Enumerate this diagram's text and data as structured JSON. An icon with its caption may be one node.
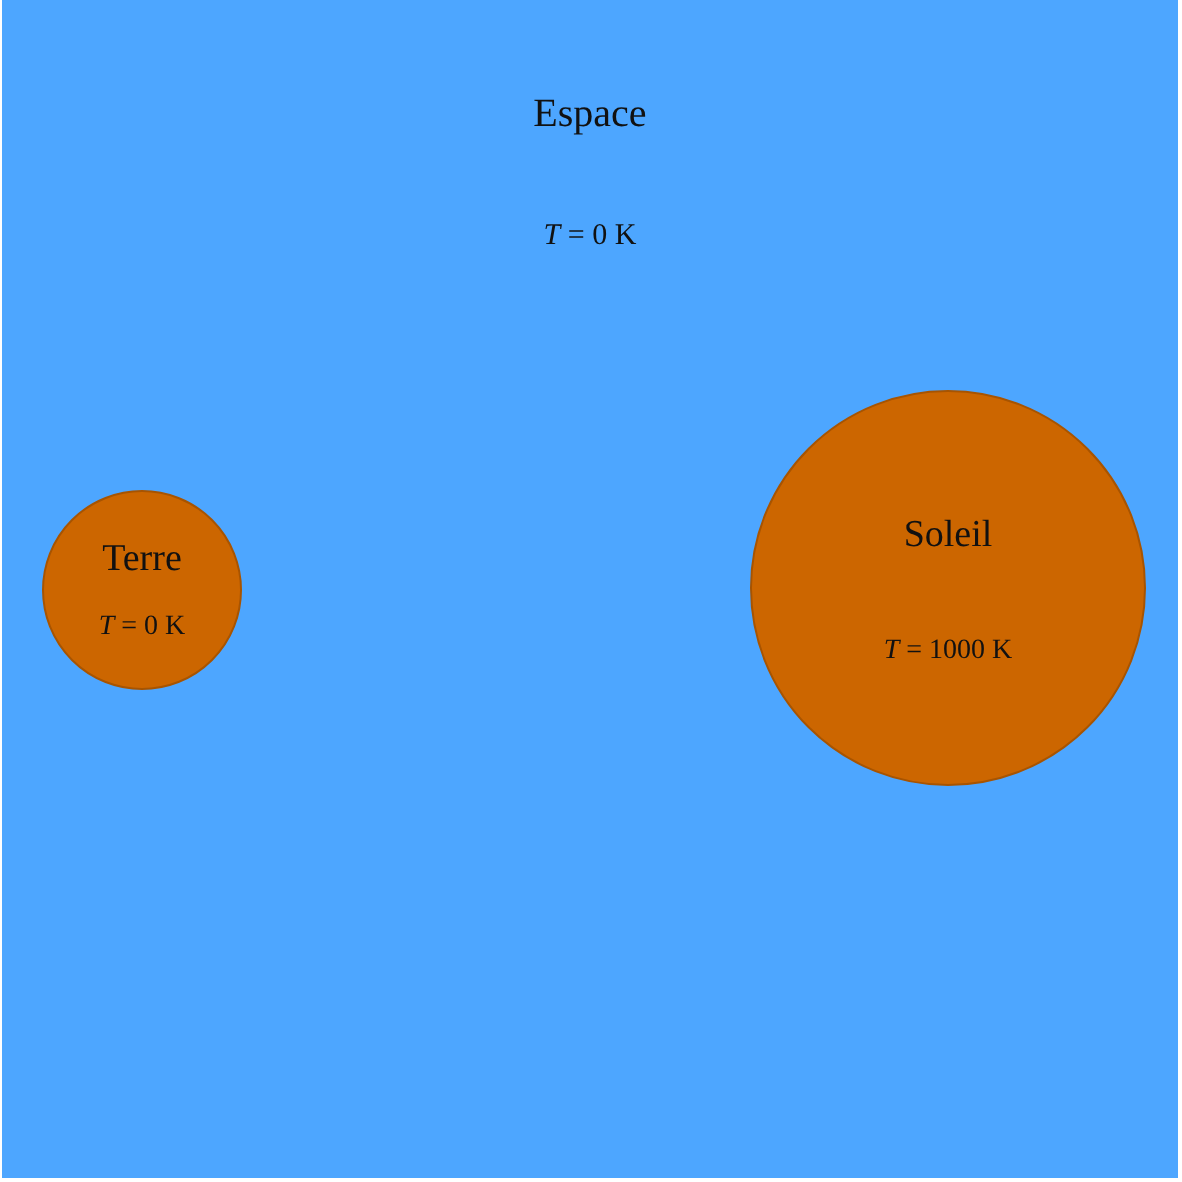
{
  "diagram": {
    "nodes": [
      {
        "text": [
          "Espace",
          "*T* = 0 K"
        ]
      },
      {
        "text": [
          "Terre",
          "*T* = 0 K"
        ],
        "in": 0
      },
      {
        "text": [
          "Soleil",
          "*T* = 1000 K"
        ],
        "in": 0
      }
    ]
  }
}
